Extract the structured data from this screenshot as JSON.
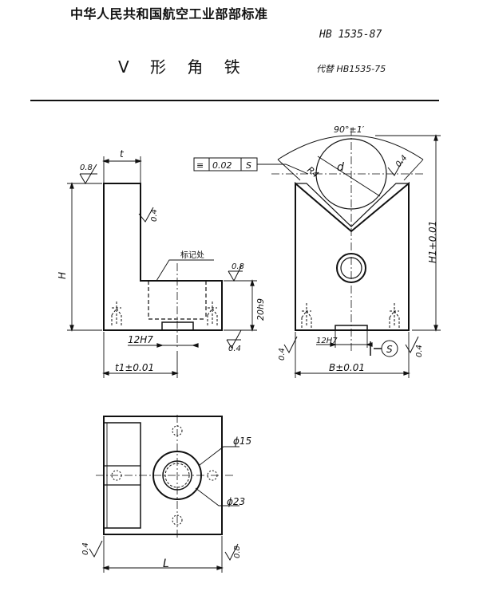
{
  "header": {
    "organization": "中华人民共和国航空工业部部标准",
    "standard_no": "HB 1535-87",
    "title": "V 形 角 铁",
    "replaces": "代替 HB1535-75"
  },
  "front_view": {
    "dim_t": "t",
    "dim_H": "H",
    "dim_t1": "t1±0.01",
    "dim_12H7": "12H7",
    "dim_20h9": "20h9",
    "label_mark": "标记处",
    "rough_08_a": "0.8",
    "rough_08_b": "0.8",
    "rough_04_a": "0.4",
    "rough_04_b": "0.4"
  },
  "side_view": {
    "angle": "90°±1′",
    "tolerance_frame": [
      "≡",
      "0.02",
      "S"
    ],
    "dim_d": "d",
    "dim_R4": "R4",
    "dim_H1": "H1+0.01",
    "dim_B": "B±0.01",
    "dim_12H7": "12H7",
    "datum": "S",
    "rough_04_top": "0.4",
    "rough_04_left": "0.4",
    "rough_04_right": "0.4"
  },
  "top_view": {
    "dim_phi15": "ϕ15",
    "dim_phi23": "ϕ23",
    "dim_L": "L",
    "rough_04": "0.4",
    "rough_08": "0.8"
  }
}
